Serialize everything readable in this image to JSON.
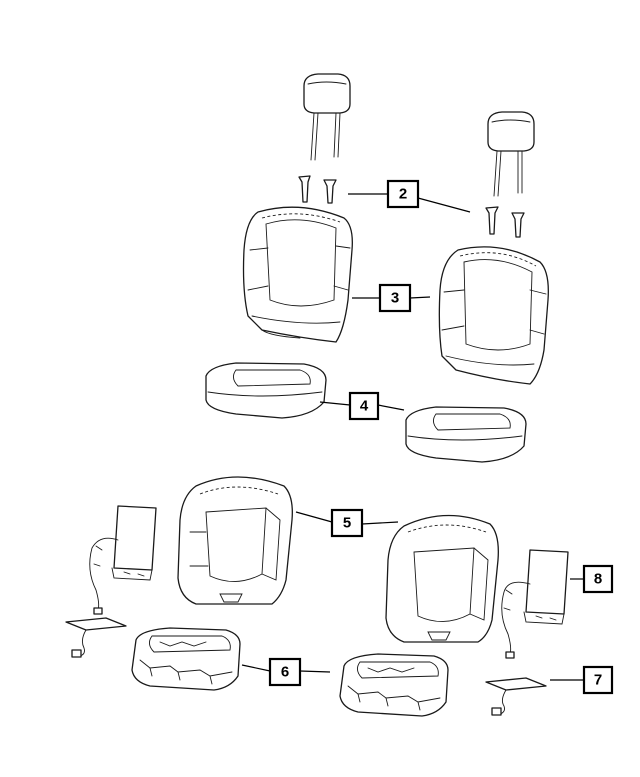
{
  "callouts": {
    "c2": "2",
    "c3": "3",
    "c4": "4",
    "c5": "5",
    "c6": "6",
    "c7": "7",
    "c8": "8"
  }
}
